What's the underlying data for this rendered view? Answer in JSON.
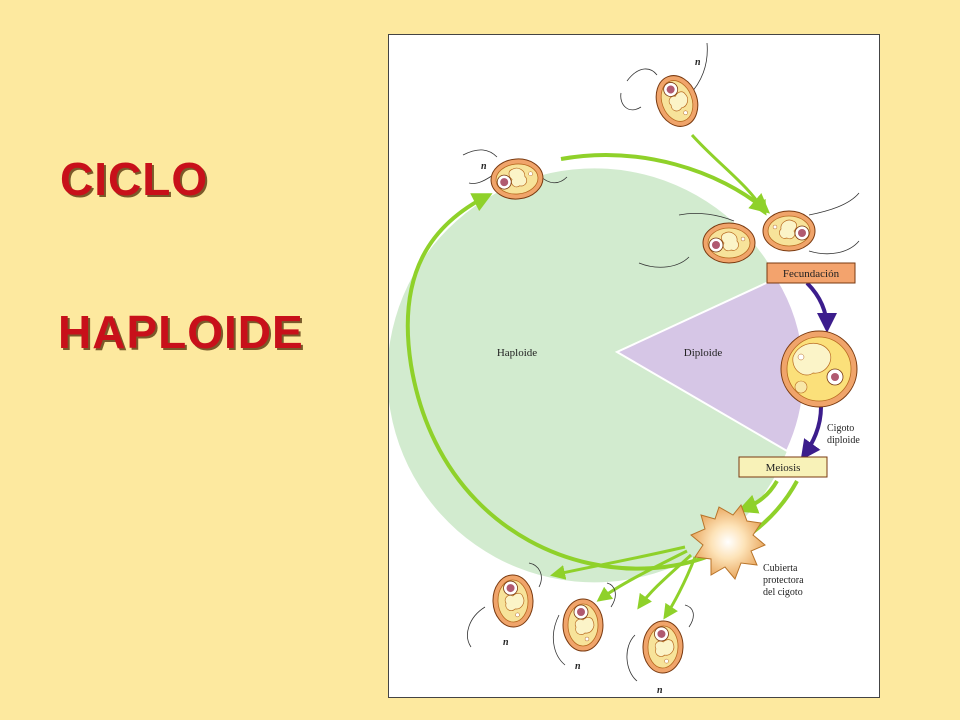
{
  "slide": {
    "title_line1": "CICLO",
    "title_line2": "HAPLOIDE"
  },
  "diagram": {
    "region_haploid": "Haploide",
    "region_diploid": "Diploide",
    "label_fertilization": "Fecundación",
    "label_meiosis": "Meiosis",
    "zygote_label_line1": "Cigoto",
    "zygote_label_line2": "diploide",
    "coat_label_line1": "Cubierta",
    "coat_label_line2": "protectora",
    "coat_label_line3": "del cigoto",
    "ploidy_n": "n"
  },
  "colors": {
    "background": "#fde99f",
    "title": "#c8101a",
    "haploid_fill": "#d2ebcf",
    "diploid_fill": "#d6c6e6",
    "green_arrow": "#8fd12a",
    "purple_arrow": "#3c1d8c",
    "fertilization_box": "#f3a36d",
    "meiosis_box": "#f8f2b8"
  }
}
